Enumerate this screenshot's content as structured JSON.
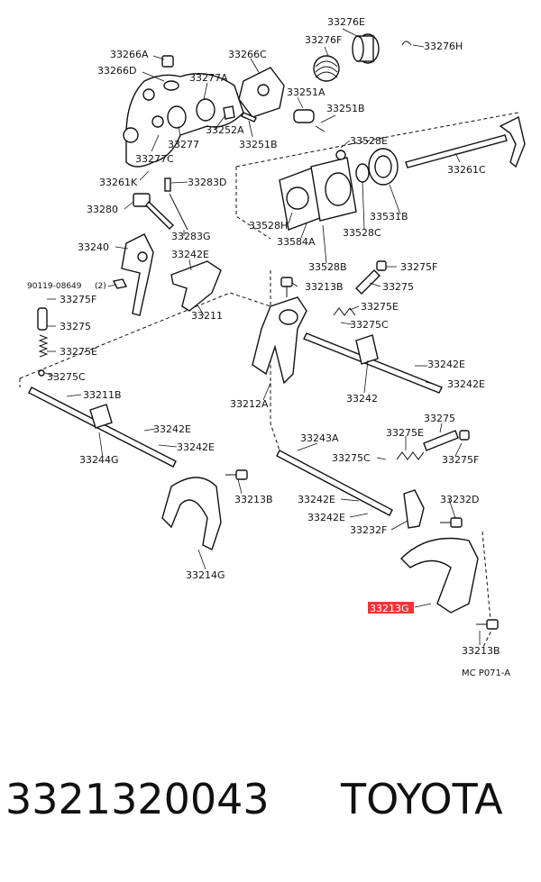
{
  "diagram": {
    "labels": {
      "l33276E": "33276E",
      "l33276F": "33276F",
      "l33276H": "33276H",
      "l33266A": "33266A",
      "l33266C": "33266C",
      "l33266D": "33266D",
      "l33277A": "33277A",
      "l33251A": "33251A",
      "l33251B_top": "33251B",
      "l33252A": "33252A",
      "l33251B": "33251B",
      "l33277": "33277",
      "l33277C": "33277C",
      "l33528E": "33528E",
      "l33261C": "33261C",
      "l33261K": "33261K",
      "l33283D": "33283D",
      "l33280": "33280",
      "l33528H": "33528H",
      "l33584A": "33584A",
      "l33531B": "33531B",
      "l33528C": "33528C",
      "l33283G": "33283G",
      "l33240": "33240",
      "l33242E_a": "33242E",
      "l33528B": "33528B",
      "l33275F_a": "33275F",
      "l90119": "90119-08649",
      "l90119q": "(2)",
      "l33275F_b": "33275F",
      "l33213B_a": "33213B",
      "l33275_a": "33275",
      "l33211": "33211",
      "l33275E_a": "33275E",
      "l33275_b": "33275",
      "l33275C_a": "33275C",
      "l33275E_b": "33275E",
      "l33275C_b": "33275C",
      "l33242E_b": "33242E",
      "l33242E_c": "33242E",
      "l33211B": "33211B",
      "l33212A": "33212A",
      "l33242": "33242",
      "l33275_c": "33275",
      "l33275E_c": "33275E",
      "l33242E_d": "33242E",
      "l33243A": "33243A",
      "l33242E_e": "33242E",
      "l33244G": "33244G",
      "l33275C_c": "33275C",
      "l33275F_c": "33275F",
      "l33213B_b": "33213B",
      "l33242E_f": "33242E",
      "l33232D": "33232D",
      "l33242E_g": "33242E",
      "l33232F": "33232F",
      "l33214G": "33214G",
      "l33213G": "33213G",
      "l33213B_c": "33213B",
      "lref": "MC  P071-A"
    }
  },
  "footer": {
    "part_number": "3321320043",
    "brand": "TOYOTA"
  },
  "colors": {
    "highlight": "#e53935"
  }
}
